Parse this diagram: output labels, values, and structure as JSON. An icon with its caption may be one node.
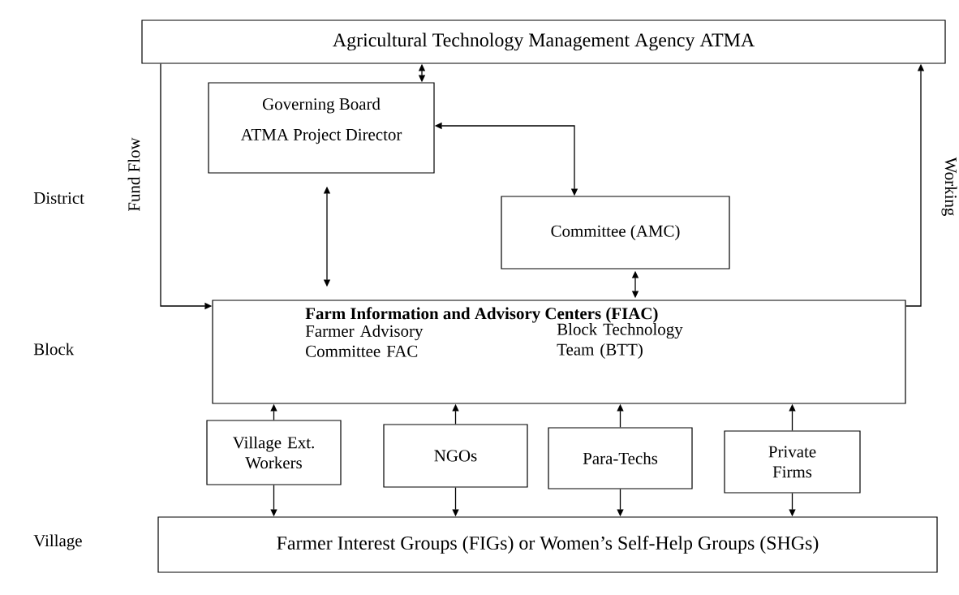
{
  "diagram": {
    "nodes": [
      {
        "text": [
          "Agricultural Technology Management Agency ATMA"
        ]
      },
      {
        "text": [
          "Governing Board",
          "ATMA Project Director"
        ]
      },
      {
        "text": [
          "Committee (AMC)"
        ]
      },
      {
        "text": [
          "Farm Information and Advisory Centers (FIAC)",
          "Farmer Advisory Committee FAC",
          "Block Technology Team (BTT)"
        ]
      },
      {
        "text": [
          "Village Ext. Workers"
        ]
      },
      {
        "text": [
          "NGOs"
        ]
      },
      {
        "text": [
          "Para-Techs"
        ]
      },
      {
        "text": [
          "Private Firms"
        ]
      },
      {
        "text": [
          "Farmer Interest Groups (FIGs) or Women’s Self-Help Groups (SHGs)"
        ]
      }
    ],
    "edges": [
      {
        "from": 0,
        "to": 1,
        "arrow": "both"
      },
      {
        "from": 1,
        "to": 2,
        "arrow": "both"
      },
      {
        "from": 1,
        "to": 3,
        "arrow": "both"
      },
      {
        "from": 2,
        "to": 3,
        "arrow": "both"
      },
      {
        "from": 0,
        "to": 3,
        "arrow": "to",
        "label": "Fund Flow"
      },
      {
        "from": 3,
        "to": 0,
        "arrow": "to",
        "label": "Working"
      },
      {
        "from": 4,
        "to": 3,
        "arrow": "to"
      },
      {
        "from": 5,
        "to": 3,
        "arrow": "to"
      },
      {
        "from": 6,
        "to": 3,
        "arrow": "to"
      },
      {
        "from": 7,
        "to": 3,
        "arrow": "to"
      },
      {
        "from": 4,
        "to": 8,
        "arrow": "to"
      },
      {
        "from": 5,
        "to": 8,
        "arrow": "to"
      },
      {
        "from": 6,
        "to": 8,
        "arrow": "to"
      },
      {
        "from": 7,
        "to": 8,
        "arrow": "to"
      }
    ],
    "labels": [
      "District",
      "Block",
      "Village"
    ]
  }
}
